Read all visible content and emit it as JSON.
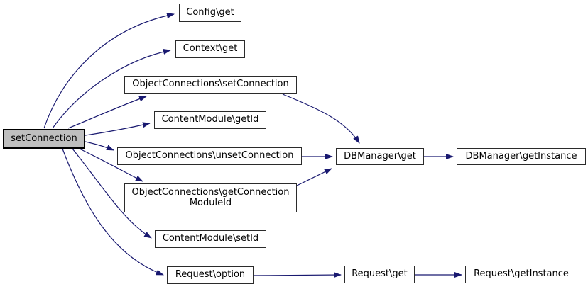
{
  "colors": {
    "edge": "#191970",
    "node-border": "#2b2b2b",
    "node-fill": "#ffffff",
    "selected-fill": "#bfbfbf",
    "selected-border": "#000000",
    "text": "#000000",
    "background": "#ffffff"
  },
  "nodes": {
    "setConnection": {
      "label": "setConnection"
    },
    "configGet": {
      "label": "Config\\get"
    },
    "contextGet": {
      "label": "Context\\get"
    },
    "ocSetConnection": {
      "label": "ObjectConnections\\setConnection"
    },
    "contentModuleGetId": {
      "label": "ContentModule\\getId"
    },
    "ocUnsetConnection": {
      "label": "ObjectConnections\\unsetConnection"
    },
    "ocGetConnectionModuleId": {
      "line1": "ObjectConnections\\getConnection",
      "line2": "ModuleId"
    },
    "contentModuleSetId": {
      "label": "ContentModule\\setId"
    },
    "requestOption": {
      "label": "Request\\option"
    },
    "dbManagerGet": {
      "label": "DBManager\\get"
    },
    "dbManagerGetInstance": {
      "label": "DBManager\\getInstance"
    },
    "requestGet": {
      "label": "Request\\get"
    },
    "requestGetInstance": {
      "label": "Request\\getInstance"
    }
  }
}
